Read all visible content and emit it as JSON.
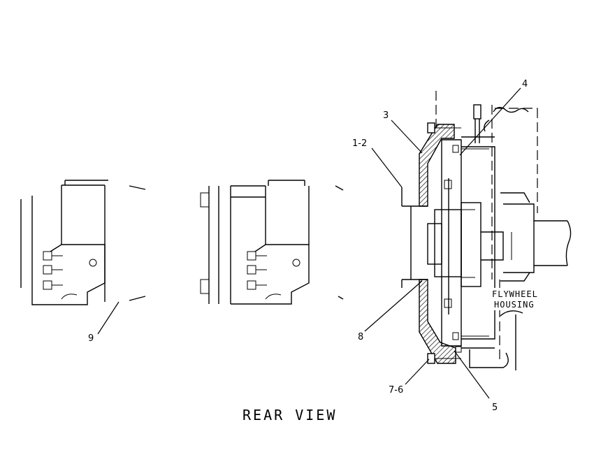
{
  "callouts": {
    "c1_2": "1-2",
    "c3": "3",
    "c4": "4",
    "c5": "5",
    "c7_6": "7-6",
    "c8": "8",
    "c9": "9"
  },
  "labels": {
    "flywheel_line1": "FLYWHEEL",
    "flywheel_line2": "HOUSING"
  },
  "caption": "REAR VIEW"
}
